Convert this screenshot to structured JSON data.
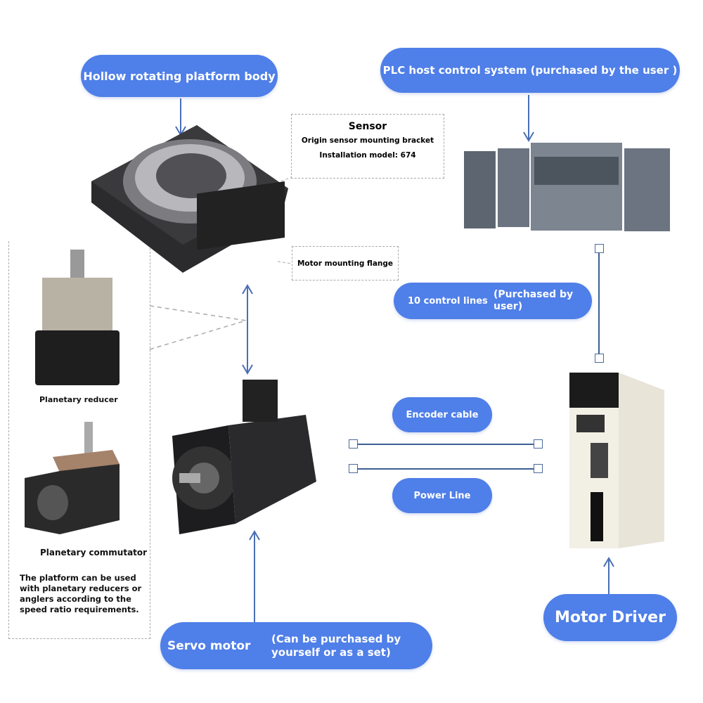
{
  "labels": {
    "platform": "Hollow rotating platform body",
    "plc": "PLC host control system (purchased by the user )",
    "sensor_title": "Sensor",
    "sensor_line1": "Origin sensor mounting bracket",
    "sensor_line2": "Installation model: 674",
    "flange": "Motor mounting flange",
    "control_lines": "10 control lines",
    "control_lines_note": "(Purchased by user)",
    "planetary_reducer": "Planetary reducer",
    "planetary_commutator": "Planetary commutator",
    "platform_note": "The platform can be used with planetary reducers or anglers according to the speed ratio requirements.",
    "encoder_cable": "Encoder cable",
    "power_line": "Power Line",
    "servo_motor": "Servo motor",
    "servo_note": "(Can be purchased by yourself or as a set)",
    "motor_driver": "Motor Driver"
  },
  "colors": {
    "pill": "#4f7fe8",
    "line": "#3c5f94"
  }
}
